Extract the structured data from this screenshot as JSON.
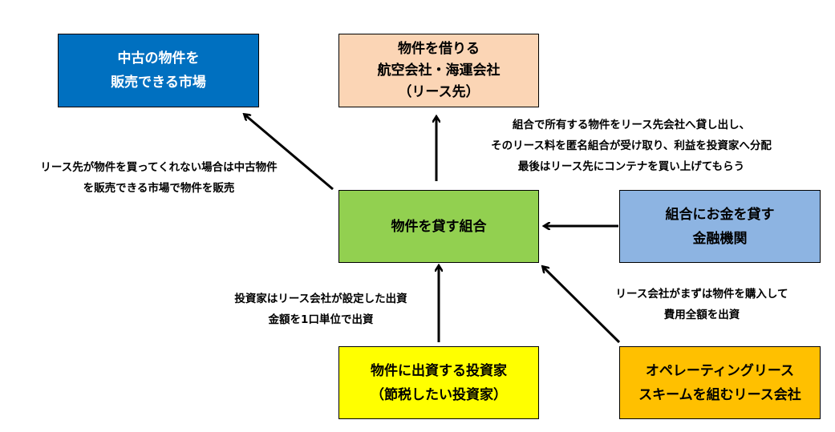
{
  "nodes": {
    "used_market": {
      "lines": [
        "中古の物件を",
        "販売できる市場"
      ],
      "color": "#0070c0",
      "text_color": "#ffffff"
    },
    "lessee": {
      "lines": [
        "物件を借りる",
        "航空会社・海運会社",
        "（リース先）"
      ],
      "color": "#fbd5b5"
    },
    "union": {
      "lines": [
        "物件を貸す組合"
      ],
      "color": "#92d050"
    },
    "bank": {
      "lines": [
        "組合にお金を貸す",
        "金融機関"
      ],
      "color": "#8db4e2"
    },
    "investor": {
      "lines": [
        "物件に出資する投資家",
        "（節税したい投資家）"
      ],
      "color": "#ffff00"
    },
    "lease_company": {
      "lines": [
        "オペレーティングリース",
        "スキームを組むリース会社"
      ],
      "color": "#ffc000"
    }
  },
  "notes": {
    "market_note": [
      "リース先が物件を買ってくれない場合は中古物件",
      "を販売できる市場で物件を販売"
    ],
    "lessee_note": [
      "組合で所有する物件をリース先会社へ貸し出し、",
      "そのリース料を匿名組合が受け取り、利益を投資家へ分配",
      "最後はリース先にコンテナを買い上げてもらう"
    ],
    "investor_note": [
      "投資家はリース会社が設定した出資",
      "金額を1口単位で出資"
    ],
    "lease_company_note": [
      "リース会社がまずは物件を購入して",
      "費用全額を出資"
    ]
  }
}
